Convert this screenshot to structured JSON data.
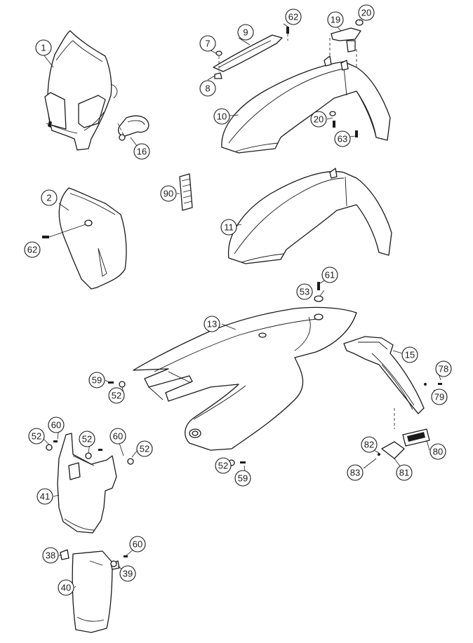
{
  "callouts": [
    {
      "id": "c1",
      "label": "1"
    },
    {
      "id": "c2",
      "label": "2"
    },
    {
      "id": "c7",
      "label": "7"
    },
    {
      "id": "c8",
      "label": "8"
    },
    {
      "id": "c9",
      "label": "9"
    },
    {
      "id": "c10",
      "label": "10"
    },
    {
      "id": "c11",
      "label": "11"
    },
    {
      "id": "c13",
      "label": "13"
    },
    {
      "id": "c15",
      "label": "15"
    },
    {
      "id": "c16",
      "label": "16"
    },
    {
      "id": "c19",
      "label": "19"
    },
    {
      "id": "c20a",
      "label": "20"
    },
    {
      "id": "c20b",
      "label": "20"
    },
    {
      "id": "c38",
      "label": "38"
    },
    {
      "id": "c39",
      "label": "39"
    },
    {
      "id": "c40",
      "label": "40"
    },
    {
      "id": "c41",
      "label": "41"
    },
    {
      "id": "c52a",
      "label": "52"
    },
    {
      "id": "c52b",
      "label": "52"
    },
    {
      "id": "c52c",
      "label": "52"
    },
    {
      "id": "c52d",
      "label": "52"
    },
    {
      "id": "c52e",
      "label": "52"
    },
    {
      "id": "c53",
      "label": "53"
    },
    {
      "id": "c59a",
      "label": "59"
    },
    {
      "id": "c59b",
      "label": "59"
    },
    {
      "id": "c60a",
      "label": "60"
    },
    {
      "id": "c60b",
      "label": "60"
    },
    {
      "id": "c60c",
      "label": "60"
    },
    {
      "id": "c61",
      "label": "61"
    },
    {
      "id": "c62a",
      "label": "62"
    },
    {
      "id": "c62b",
      "label": "62"
    },
    {
      "id": "c63",
      "label": "63"
    },
    {
      "id": "c78",
      "label": "78"
    },
    {
      "id": "c79",
      "label": "79"
    },
    {
      "id": "c80",
      "label": "80"
    },
    {
      "id": "c81",
      "label": "81"
    },
    {
      "id": "c82",
      "label": "82"
    },
    {
      "id": "c83",
      "label": "83"
    },
    {
      "id": "c90",
      "label": "90"
    }
  ]
}
